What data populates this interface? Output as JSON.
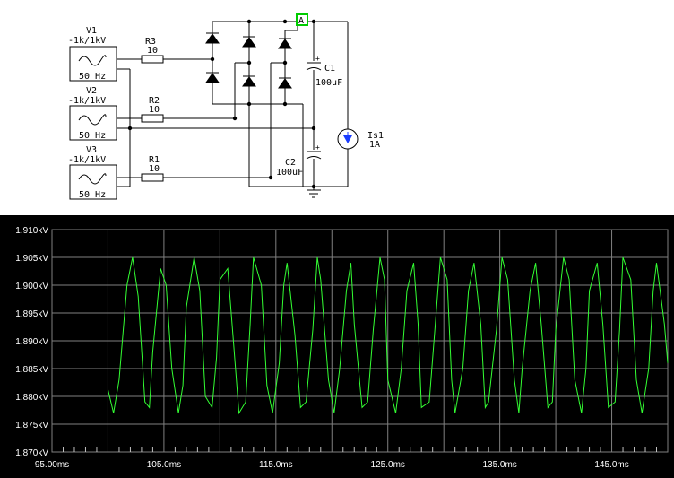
{
  "schematic": {
    "sources": [
      {
        "name": "V1",
        "amplitude": "-1k/1kV",
        "freq": "50 Hz"
      },
      {
        "name": "V2",
        "amplitude": "-1k/1kV",
        "freq": "50 Hz"
      },
      {
        "name": "V3",
        "amplitude": "-1k/1kV",
        "freq": "50 Hz"
      }
    ],
    "resistors": [
      {
        "name": "R3",
        "value": "10"
      },
      {
        "name": "R2",
        "value": "10"
      },
      {
        "name": "R1",
        "value": "10"
      }
    ],
    "capacitors": [
      {
        "name": "C1",
        "value": "100uF"
      },
      {
        "name": "C2",
        "value": "100uF"
      }
    ],
    "current_source": {
      "name": "Is1",
      "value": "1A"
    },
    "probe": {
      "label": "A",
      "color": "#00cc00"
    }
  },
  "chart_data": {
    "type": "line",
    "title": "",
    "xlabel": "",
    "ylabel": "",
    "x_ticks": [
      "95.00ms",
      "105.0ms",
      "115.0ms",
      "125.0ms",
      "135.0ms",
      "145.0ms"
    ],
    "y_ticks": [
      "1.910kV",
      "1.905kV",
      "1.900kV",
      "1.895kV",
      "1.890kV",
      "1.885kV",
      "1.880kV",
      "1.875kV",
      "1.870kV"
    ],
    "xlim": [
      95,
      150
    ],
    "ylim": [
      1.87,
      1.91
    ],
    "grid": true,
    "background": "#000000",
    "line_color": "#33ff33",
    "series": [
      {
        "x": [
          100,
          100.5,
          101.0,
          101.7,
          102.2,
          102.7,
          103.3,
          103.7,
          104.0,
          104.7,
          105.2,
          105.7,
          106.3,
          106.7,
          107.0,
          107.7,
          108.2,
          108.7,
          109.3,
          109.7,
          110.0,
          110.7,
          111.2,
          111.7,
          112.3,
          112.7,
          113.0,
          113.7,
          114.2,
          114.7,
          115.3,
          115.7,
          116.0,
          116.7,
          117.2,
          117.7,
          118.3,
          118.7,
          119.0,
          119.7,
          120.2,
          120.7,
          121.3,
          121.7,
          122.0,
          122.7,
          123.2,
          123.7,
          124.3,
          124.7,
          125.0,
          125.7,
          126.2,
          126.7,
          127.3,
          127.7,
          128.0,
          128.7,
          129.2,
          129.7,
          130.3,
          130.7,
          131.0,
          131.7,
          132.2,
          132.7,
          133.3,
          133.7,
          134.0,
          134.7,
          135.2,
          135.7,
          136.3,
          136.7,
          137.0,
          137.7,
          138.2,
          138.7,
          139.3,
          139.7,
          140.0,
          140.7,
          141.2,
          141.7,
          142.3,
          142.7,
          143.0,
          143.7,
          144.2,
          144.7,
          145.3,
          145.7,
          146.0,
          146.7,
          147.2,
          147.7,
          148.3,
          148.7,
          149.0,
          149.7,
          150.0
        ],
        "y": [
          1.8812,
          1.877,
          1.883,
          1.9,
          1.905,
          1.898,
          1.879,
          1.878,
          1.888,
          1.903,
          1.9,
          1.885,
          1.877,
          1.882,
          1.896,
          1.905,
          1.899,
          1.88,
          1.878,
          1.887,
          1.901,
          1.903,
          1.89,
          1.877,
          1.879,
          1.893,
          1.905,
          1.9,
          1.882,
          1.877,
          1.886,
          1.9,
          1.904,
          1.891,
          1.878,
          1.879,
          1.892,
          1.905,
          1.901,
          1.883,
          1.877,
          1.885,
          1.899,
          1.904,
          1.893,
          1.878,
          1.879,
          1.892,
          1.905,
          1.901,
          1.883,
          1.877,
          1.885,
          1.899,
          1.904,
          1.893,
          1.878,
          1.879,
          1.892,
          1.905,
          1.901,
          1.883,
          1.877,
          1.885,
          1.899,
          1.904,
          1.893,
          1.878,
          1.879,
          1.892,
          1.905,
          1.901,
          1.883,
          1.877,
          1.885,
          1.899,
          1.904,
          1.893,
          1.878,
          1.879,
          1.892,
          1.905,
          1.901,
          1.883,
          1.877,
          1.885,
          1.899,
          1.904,
          1.893,
          1.878,
          1.879,
          1.892,
          1.905,
          1.901,
          1.883,
          1.877,
          1.885,
          1.899,
          1.904,
          1.893,
          1.886
        ]
      }
    ]
  }
}
